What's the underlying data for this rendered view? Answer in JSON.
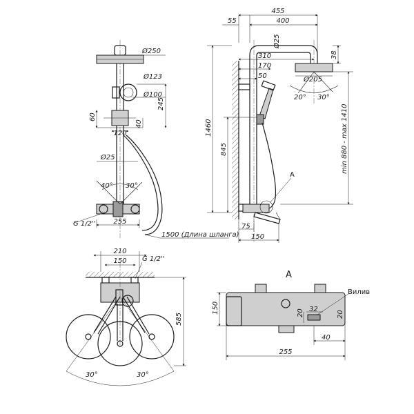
{
  "front_view": {
    "dia_head": "Ø250",
    "dia_hand": "Ø123",
    "dia_hand_inner": "Ø100",
    "dim_245": "245",
    "dim_60": "60",
    "dim_40": "40",
    "dim_120": "120",
    "dia_bar": "Ø25",
    "angle_40": "40°",
    "angle_30": "30°",
    "thread": "G 1/2''",
    "dim_255": "255",
    "hose": "1500 (Длина шланга)"
  },
  "side_view": {
    "dim_455": "455",
    "dim_400": "400",
    "dim_55": "55",
    "dia_arm": "Ø25",
    "dim_310": "310",
    "dim_170": "170",
    "dim_50": "50",
    "dim_38": "38",
    "dia_head": "Ø205",
    "angle_20": "20°",
    "angle_30": "30°",
    "dim_1460": "1460",
    "dim_845": "845",
    "range": "min 880 - max 1410",
    "callout": "A",
    "dim_75": "75",
    "dim_150": "150"
  },
  "top_view": {
    "dim_210": "210",
    "dim_150": "150",
    "thread": "G 1/2''",
    "dim_585": "585",
    "angle_left": "30°",
    "angle_right": "30°"
  },
  "detail_a": {
    "title": "A",
    "spout_label": "Вилив",
    "dim_150": "150",
    "dim_20_left": "20",
    "dim_32": "32",
    "dim_20_right": "20",
    "dim_40": "40",
    "dim_255": "255"
  }
}
